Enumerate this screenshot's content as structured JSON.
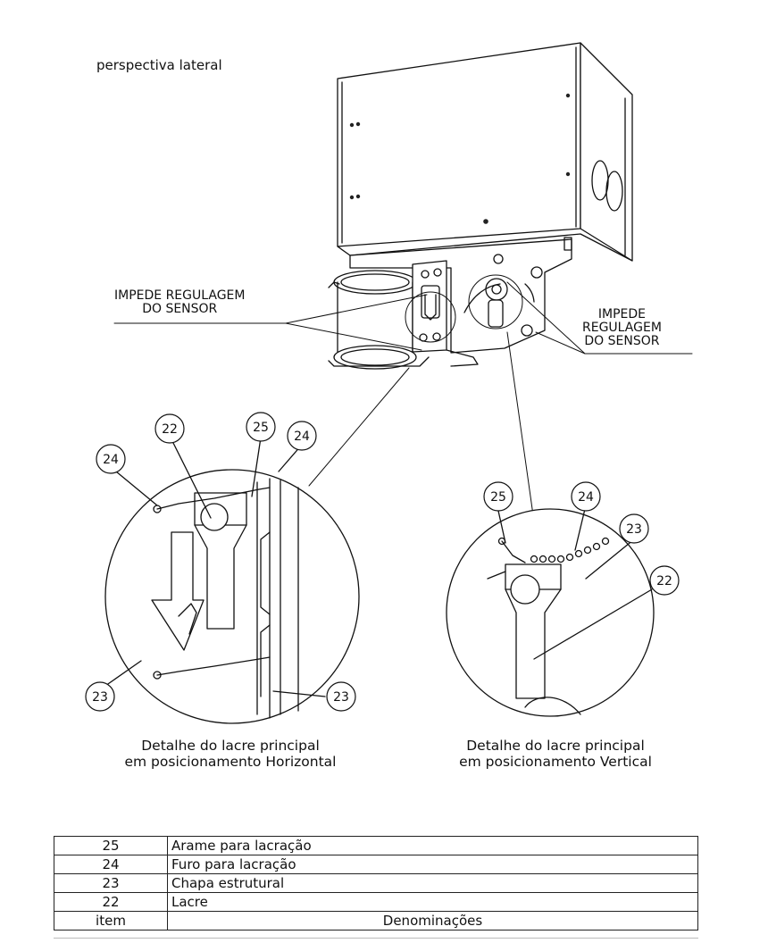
{
  "title": "perspectiva lateral",
  "callouts": {
    "left": [
      "IMPEDE REGULAGEM",
      "DO SENSOR"
    ],
    "right": [
      "IMPEDE",
      "REGULAGEM",
      "DO SENSOR"
    ]
  },
  "detail_horizontal": {
    "caption_line1": "Detalhe do lacre principal",
    "caption_line2": "em posicionamento Horizontal",
    "bubbles": [
      "22",
      "25",
      "24",
      "24",
      "23",
      "23"
    ]
  },
  "detail_vertical": {
    "caption_line1": "Detalhe do lacre principal",
    "caption_line2": "em posicionamento Vertical",
    "bubbles": [
      "25",
      "24",
      "23",
      "22"
    ]
  },
  "parts_table": {
    "rows": [
      {
        "item": "25",
        "name": "Arame para lacração"
      },
      {
        "item": "24",
        "name": "Furo para lacração"
      },
      {
        "item": "23",
        "name": "Chapa estrutural"
      },
      {
        "item": "22",
        "name": "Lacre"
      }
    ],
    "header": {
      "item": "item",
      "name": "Denominações"
    }
  }
}
